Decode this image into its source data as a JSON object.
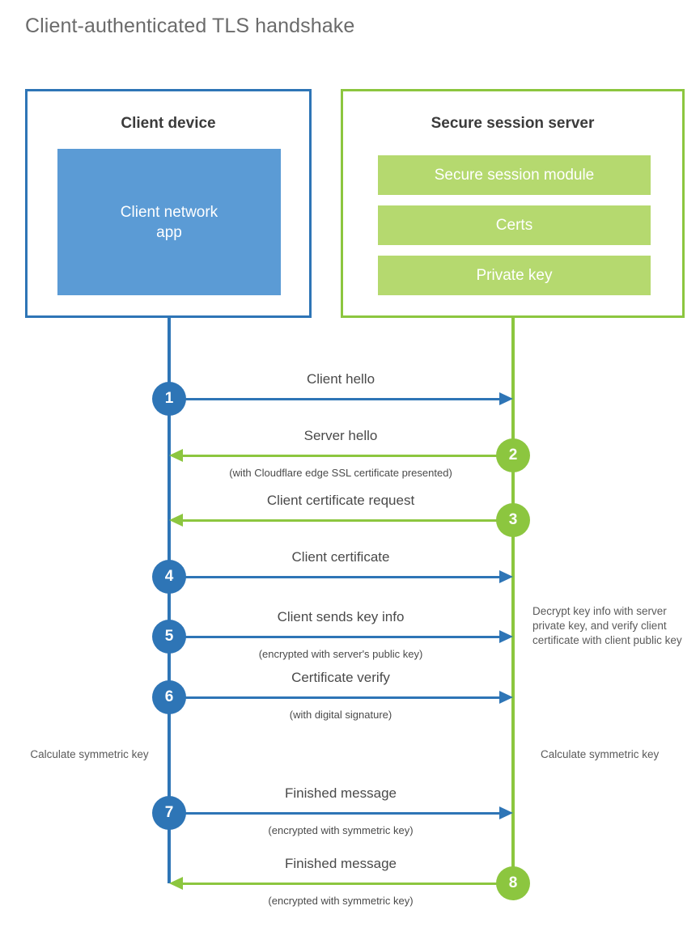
{
  "title": "Client-authenticated TLS handshake",
  "colors": {
    "client_blue": "#2e75b6",
    "client_app_fill": "#5b9bd5",
    "server_green": "#8cc63f",
    "server_bar_fill": "#b5d96f",
    "text_gray": "#4a4a4a"
  },
  "client": {
    "title": "Client device",
    "app_line1": "Client network",
    "app_line2": "app"
  },
  "server": {
    "title": "Secure session server",
    "bars": [
      {
        "label": "Secure session module"
      },
      {
        "label": "Certs"
      },
      {
        "label": "Private key"
      }
    ]
  },
  "steps": [
    {
      "number": "1",
      "direction": "to-server",
      "origin": "client",
      "label": "Client hello",
      "sublabel": ""
    },
    {
      "number": "2",
      "direction": "to-client",
      "origin": "server",
      "label": "Server hello",
      "sublabel": "(with Cloudflare edge SSL certificate presented)"
    },
    {
      "number": "3",
      "direction": "to-client",
      "origin": "server",
      "label": "Client certificate request",
      "sublabel": ""
    },
    {
      "number": "4",
      "direction": "to-server",
      "origin": "client",
      "label": "Client certificate",
      "sublabel": ""
    },
    {
      "number": "5",
      "direction": "to-server",
      "origin": "client",
      "label": "Client sends key info",
      "sublabel": "(encrypted with server's public key)"
    },
    {
      "number": "6",
      "direction": "to-server",
      "origin": "client",
      "label": "Certificate verify",
      "sublabel": "(with digital signature)"
    },
    {
      "number": "7",
      "direction": "to-server",
      "origin": "client",
      "label": "Finished message",
      "sublabel": "(encrypted with symmetric key)"
    },
    {
      "number": "8",
      "direction": "to-client",
      "origin": "server",
      "label": "Finished message",
      "sublabel": "(encrypted with symmetric key)"
    }
  ],
  "notes": {
    "decrypt": "Decrypt key info with server private key, and verify client certificate with client public key",
    "calculate_client": "Calculate symmetric key",
    "calculate_server": "Calculate symmetric key"
  }
}
